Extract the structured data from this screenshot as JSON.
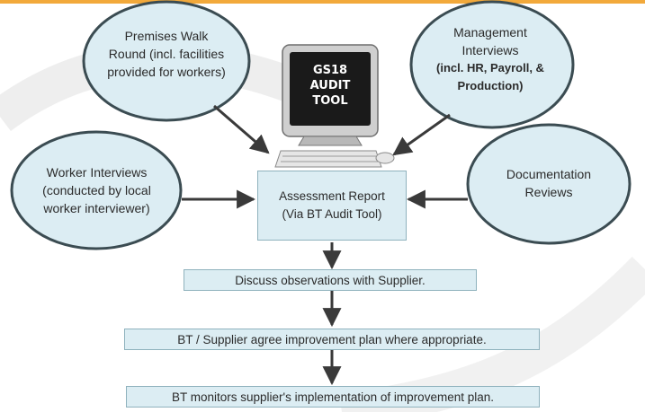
{
  "nodes": {
    "premises": {
      "line1": "Premises Walk",
      "line2": "Round (incl. facilities",
      "line3": "provided for workers)"
    },
    "management": {
      "line1": "Management",
      "line2": "Interviews",
      "line3": "(incl. HR, Payroll, &",
      "line4": "Production)"
    },
    "worker": {
      "line1": "Worker Interviews",
      "line2": "(conducted by local",
      "line3": "worker interviewer)"
    },
    "documentation": {
      "line1": "Documentation",
      "line2": "Reviews"
    }
  },
  "computer": {
    "line1": "GS18",
    "line2": "AUDIT",
    "line3": "TOOL"
  },
  "report": {
    "line1": "Assessment Report",
    "line2": "(Via BT Audit Tool)"
  },
  "steps": [
    "Discuss observations with Supplier.",
    "BT / Supplier agree improvement plan where appropriate.",
    "BT monitors supplier's implementation of improvement plan."
  ],
  "colors": {
    "ellipse_fill": "#dcedf3",
    "ellipse_stroke": "#3b4c52",
    "box_fill": "#dcedf3",
    "arrow": "#3a3a3a",
    "top_bar": "#f2a93b"
  }
}
